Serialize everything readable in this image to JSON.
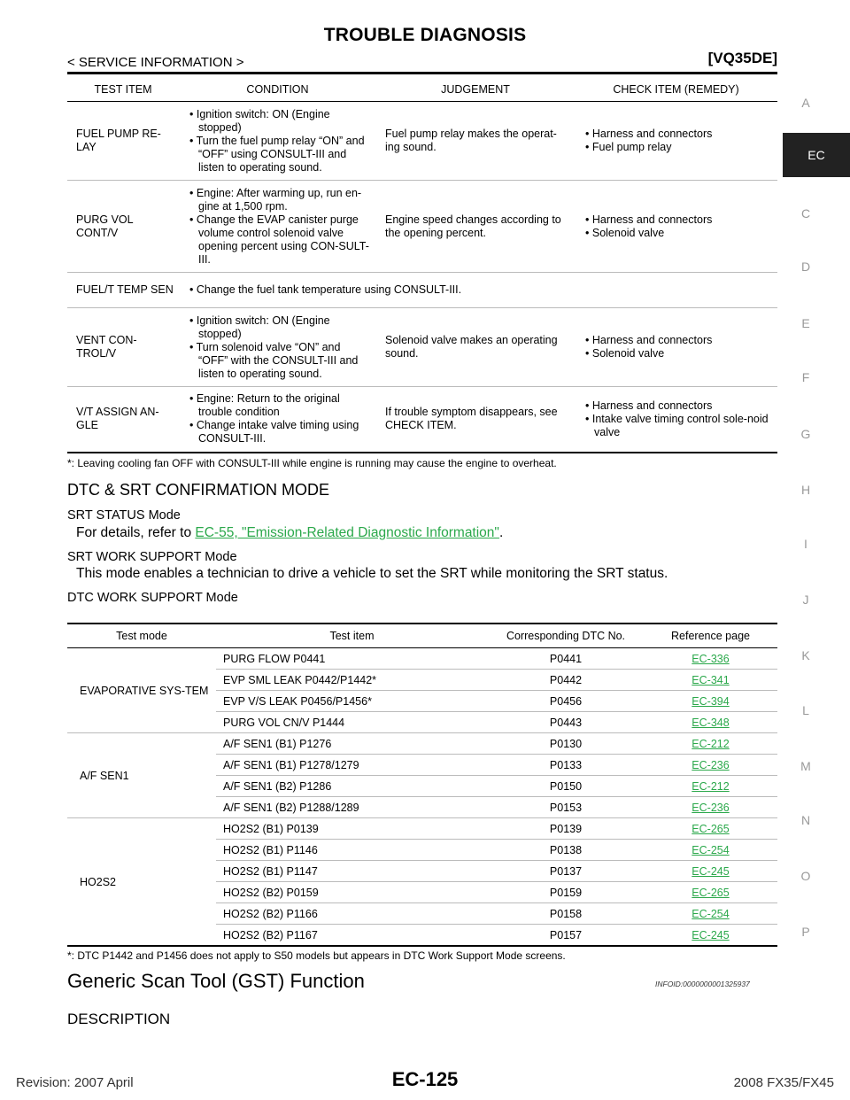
{
  "header": {
    "title": "TROUBLE DIAGNOSIS",
    "section": "< SERVICE INFORMATION >",
    "engine": "[VQ35DE]"
  },
  "side_nav": [
    "A",
    "EC",
    "C",
    "D",
    "E",
    "F",
    "G",
    "H",
    "I",
    "J",
    "K",
    "L",
    "M",
    "N",
    "O",
    "P"
  ],
  "table1": {
    "headers": [
      "TEST ITEM",
      "CONDITION",
      "JUDGEMENT",
      "CHECK ITEM (REMEDY)"
    ],
    "rows": [
      {
        "item": "FUEL PUMP RE-LAY",
        "condition": [
          "Ignition switch: ON (Engine stopped)",
          "Turn the fuel pump relay “ON” and “OFF” using CONSULT-III and listen to operating sound."
        ],
        "judgement": "Fuel pump relay makes the operat-ing sound.",
        "check": [
          "Harness and connectors",
          "Fuel pump relay"
        ]
      },
      {
        "item": "PURG VOL CONT/V",
        "condition": [
          "Engine: After warming up, run en-gine at 1,500 rpm.",
          "Change the EVAP canister purge volume control solenoid valve opening percent using CON-SULT-III."
        ],
        "judgement": "Engine speed changes according to the opening percent.",
        "check": [
          "Harness and connectors",
          "Solenoid valve"
        ]
      },
      {
        "item": "FUEL/T TEMP SEN",
        "condition_wide": "Change the fuel tank temperature using CONSULT-III."
      },
      {
        "item": "VENT CON-TROL/V",
        "condition": [
          "Ignition switch: ON (Engine stopped)",
          "Turn solenoid valve “ON” and “OFF” with the CONSULT-III and listen to operating sound."
        ],
        "judgement": "Solenoid valve makes an operating sound.",
        "check": [
          "Harness and connectors",
          "Solenoid valve"
        ]
      },
      {
        "item": "V/T ASSIGN AN-GLE",
        "condition": [
          "Engine: Return to the original trouble condition",
          "Change intake valve timing using CONSULT-III."
        ],
        "judgement": "If trouble symptom disappears, see CHECK ITEM.",
        "check": [
          "Harness and connectors",
          "Intake valve timing control sole-noid valve"
        ]
      }
    ],
    "note": "*: Leaving cooling fan OFF with CONSULT-III while engine is running may cause the engine to overheat."
  },
  "dtc_srt": {
    "heading": "DTC & SRT CONFIRMATION MODE",
    "srt_status_label": "SRT STATUS Mode",
    "srt_status_text": "For details, refer to ",
    "srt_status_link": "EC-55, \"Emission-Related Diagnostic Information\"",
    "srt_status_end": ".",
    "srt_work_label": "SRT WORK SUPPORT Mode",
    "srt_work_text": "This mode enables a technician to drive a vehicle to set the SRT while monitoring the SRT status.",
    "dtc_work_label": "DTC WORK SUPPORT Mode"
  },
  "table2": {
    "headers": [
      "Test mode",
      "Test item",
      "Corresponding DTC No.",
      "Reference page"
    ],
    "groups": [
      {
        "mode": "EVAPORATIVE SYS-TEM",
        "rows": [
          [
            "PURG FLOW P0441",
            "P0441",
            "EC-336"
          ],
          [
            "EVP SML LEAK P0442/P1442*",
            "P0442",
            "EC-341"
          ],
          [
            "EVP V/S LEAK P0456/P1456*",
            "P0456",
            "EC-394"
          ],
          [
            "PURG VOL CN/V P1444",
            "P0443",
            "EC-348"
          ]
        ]
      },
      {
        "mode": "A/F SEN1",
        "rows": [
          [
            "A/F SEN1 (B1) P1276",
            "P0130",
            "EC-212"
          ],
          [
            "A/F SEN1 (B1) P1278/1279",
            "P0133",
            "EC-236"
          ],
          [
            "A/F SEN1 (B2) P1286",
            "P0150",
            "EC-212"
          ],
          [
            "A/F SEN1 (B2) P1288/1289",
            "P0153",
            "EC-236"
          ]
        ]
      },
      {
        "mode": "HO2S2",
        "rows": [
          [
            "HO2S2 (B1) P0139",
            "P0139",
            "EC-265"
          ],
          [
            "HO2S2 (B1) P1146",
            "P0138",
            "EC-254"
          ],
          [
            "HO2S2 (B1) P1147",
            "P0137",
            "EC-245"
          ],
          [
            "HO2S2 (B2) P0159",
            "P0159",
            "EC-265"
          ],
          [
            "HO2S2 (B2) P1166",
            "P0158",
            "EC-254"
          ],
          [
            "HO2S2 (B2) P1167",
            "P0157",
            "EC-245"
          ]
        ]
      }
    ],
    "note": "*: DTC P1442 and P1456 does not apply to S50 models but appears in DTC Work Support Mode screens."
  },
  "gst": {
    "title": "Generic Scan Tool (GST) Function",
    "infoid": "INFOID:0000000001325937",
    "subheading": "DESCRIPTION"
  },
  "footer": {
    "revision": "Revision: 2007 April",
    "page": "EC-125",
    "model": "2008 FX35/FX45"
  }
}
